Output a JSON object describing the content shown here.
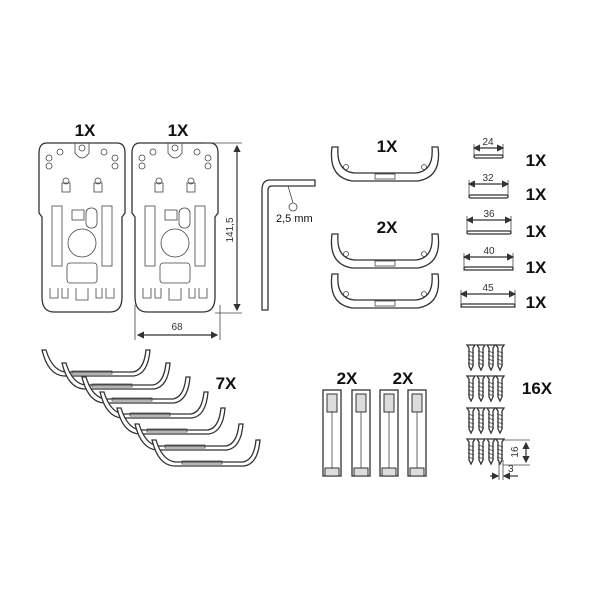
{
  "mounting_plates": {
    "qty_left": "1X",
    "qty_right": "1X",
    "height_dim": "141,5",
    "width_dim": "68"
  },
  "hex_key": {
    "size_label": "2,5 mm"
  },
  "brackets": {
    "qty_single": "1X",
    "qty_double": "2X"
  },
  "rails": [
    {
      "length": "24",
      "qty": "1X"
    },
    {
      "length": "32",
      "qty": "1X"
    },
    {
      "length": "36",
      "qty": "1X"
    },
    {
      "length": "40",
      "qty": "1X"
    },
    {
      "length": "45",
      "qty": "1X"
    }
  ],
  "arms": {
    "qty": "7X"
  },
  "posts": {
    "qty_left": "2X",
    "qty_right": "2X"
  },
  "screws": {
    "qty": "16X",
    "length_dim": "16",
    "diameter_dim": "3"
  }
}
